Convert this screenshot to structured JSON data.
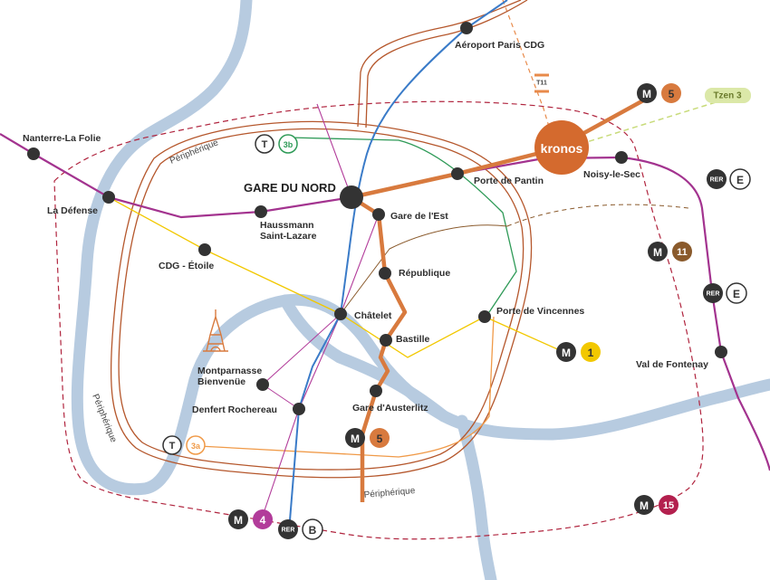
{
  "map": {
    "colors": {
      "river": "#b7cbe0",
      "peripherique": "#b5572c",
      "boundary_dashed": "#b0243e",
      "rer_b": "#3a7bc8",
      "rer_e": "#a3338f",
      "metro_5": "#d87a3e",
      "metro_1": "#f2c800",
      "metro_4": "#b23c9a",
      "metro_11": "#8a5a2c",
      "metro_15": "#b3204e",
      "tram_3b": "#2e9a57",
      "tram_3a": "#f09a48",
      "tzen_3": "#c8db7a",
      "kronos": "#d46a2e",
      "station": "#333333"
    },
    "stations": {
      "aeroport": "Aéroport Paris CDG",
      "nanterre": "Nanterre-La Folie",
      "la_defense": "La Défense",
      "gare_du_nord": "GARE DU NORD",
      "haussmann_1": "Haussmann",
      "haussmann_2": "Saint-Lazare",
      "cdg_etoile": "CDG - Étoile",
      "gare_de_lest": "Gare de l'Est",
      "porte_de_pantin": "Porte de Pantin",
      "noisy": "Noisy-le-Sec",
      "republique": "République",
      "chatelet": "Châtelet",
      "bastille": "Bastille",
      "porte_de_vincennes": "Porte de Vincennes",
      "montparnasse_1": "Montparnasse",
      "montparnasse_2": "Bienvenüe",
      "denfert": "Denfert Rochereau",
      "austerlitz": "Gare d'Austerlitz",
      "val_de_fontenay": "Val de Fontenay"
    },
    "peripherique_labels": [
      "Périphérique",
      "Périphérique",
      "Périphérique"
    ],
    "kronos_label": "kronos",
    "badges": {
      "m5_top": {
        "letter": "M",
        "number": "5"
      },
      "tzen3": "Tzen 3",
      "t11": "T11",
      "t3b": {
        "letter": "T",
        "number": "3b"
      },
      "rer_e1": {
        "letter": "RER",
        "number": "E"
      },
      "m11": {
        "letter": "M",
        "number": "11"
      },
      "rer_e2": {
        "letter": "RER",
        "number": "E"
      },
      "m1": {
        "letter": "M",
        "number": "1"
      },
      "m5_bottom": {
        "letter": "M",
        "number": "5"
      },
      "t3a": {
        "letter": "T",
        "number": "3a"
      },
      "m4": {
        "letter": "M",
        "number": "4"
      },
      "rer_b": {
        "letter": "RER",
        "number": "B"
      },
      "m15": {
        "letter": "M",
        "number": "15"
      }
    },
    "icons": [
      "eiffel-tower-icon",
      "kronos-logo-icon"
    ]
  }
}
